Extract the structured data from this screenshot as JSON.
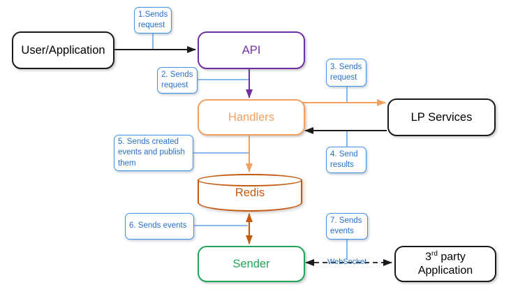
{
  "colors": {
    "node_black": "#1b1b1b",
    "api_purple": "#7030A0",
    "handlers_orange": "#F0A161",
    "redis_dark_orange": "#C55A11",
    "sender_green": "#23A559",
    "callout_blue_border": "#4191E0",
    "callout_blue_text": "#2970C8"
  },
  "nodes": {
    "user_application": {
      "label": "User/Application"
    },
    "api": {
      "label": "API"
    },
    "handlers": {
      "label": "Handlers"
    },
    "lp_services": {
      "label": "LP Services"
    },
    "redis": {
      "label": "Redis"
    },
    "sender": {
      "label": "Sender"
    },
    "third_party": {
      "num": "3",
      "sup": "rd",
      "rest": " party",
      "line2": "Application"
    }
  },
  "callouts": {
    "c1": "1.Sends request",
    "c2": "2. Sends request",
    "c3": "3. Sends request",
    "c4": "4. Send results",
    "c5": "5. Sends created events and publish them",
    "c6": "6. Sends events",
    "c7": "7. Sends events"
  },
  "edge_labels": {
    "websocket": "WebSocket"
  }
}
